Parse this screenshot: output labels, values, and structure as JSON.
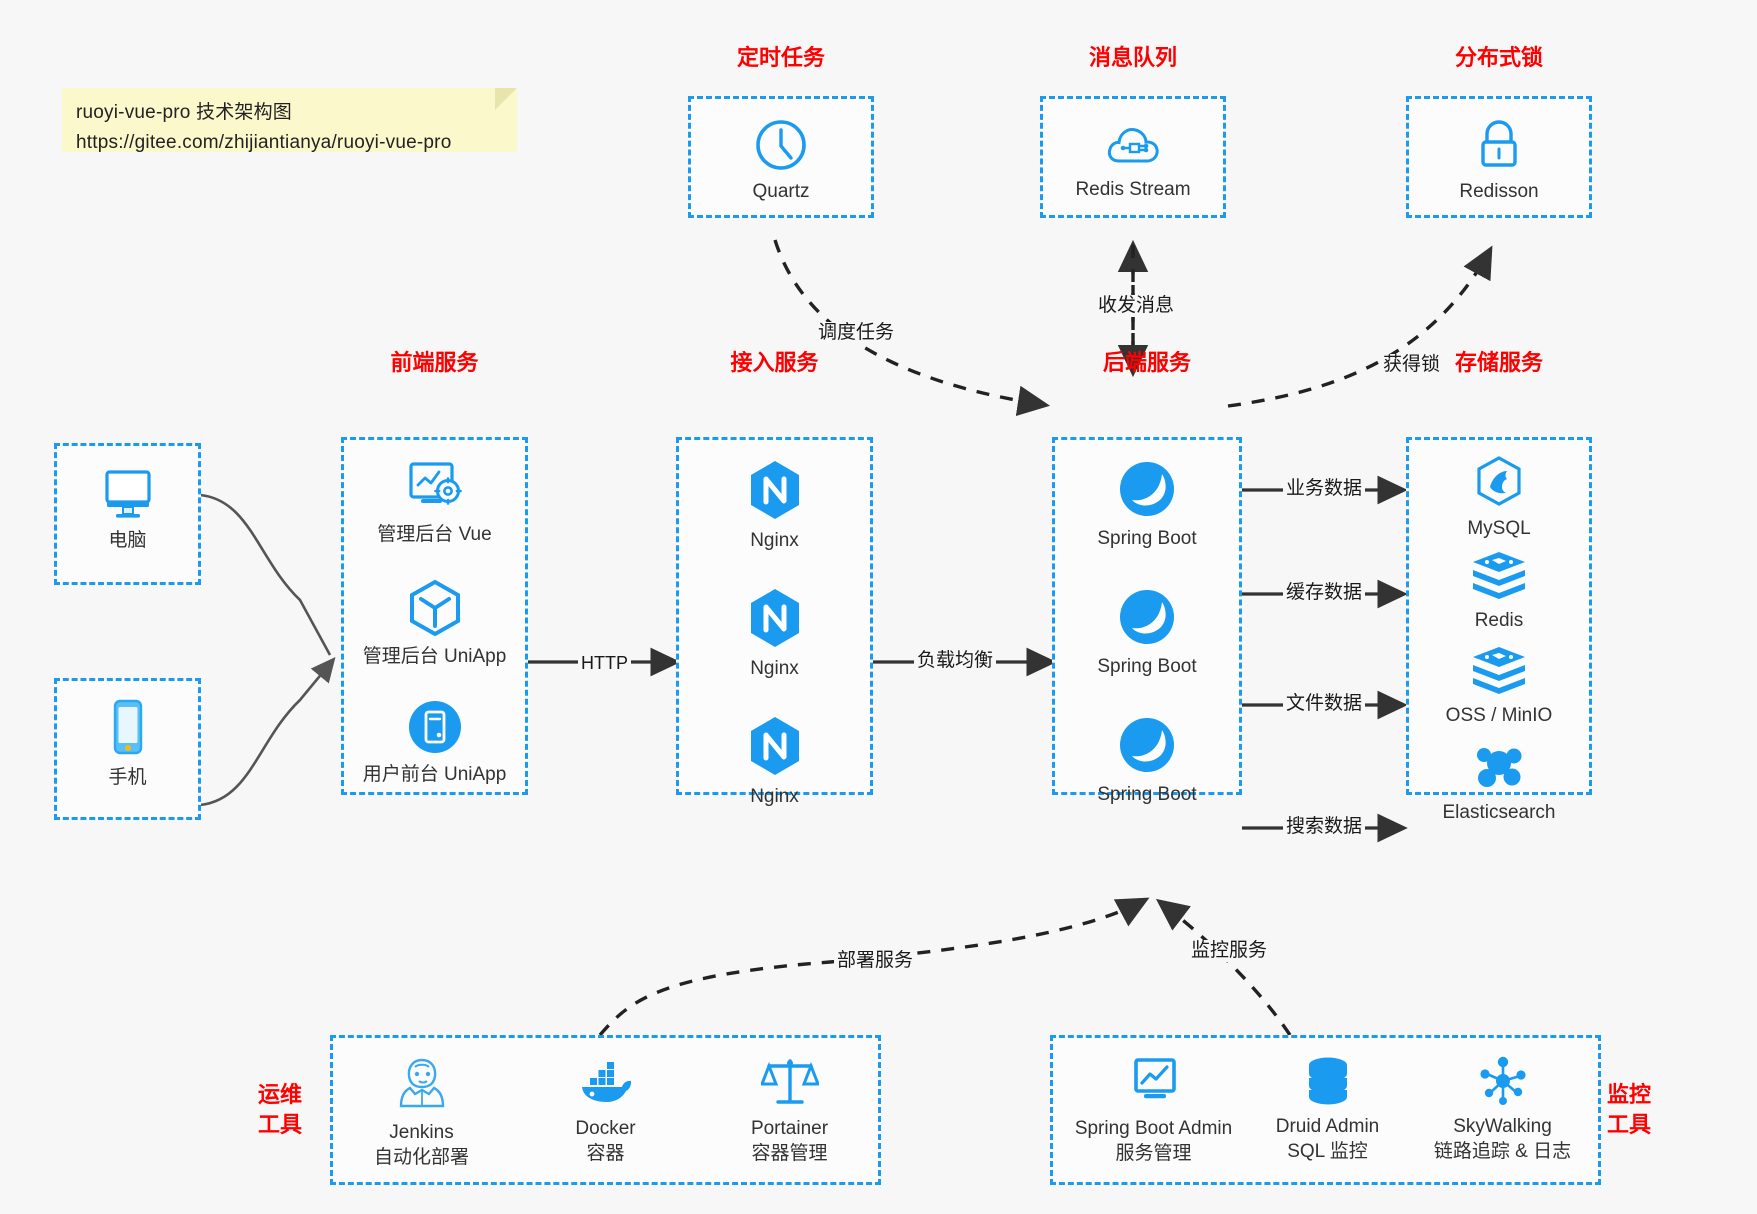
{
  "note": {
    "line1": "ruoyi-vue-pro 技术架构图",
    "line2": "https://gitee.com/zhijiantianya/ruoyi-vue-pro"
  },
  "colors": {
    "accent_blue": "#1a9bf0",
    "title_red": "#ff0000",
    "arrow_dark": "#333333",
    "note_yellow": "#fbf8cc",
    "background": "#f7f7f7"
  },
  "groups": {
    "scheduled_task": {
      "title": "定时任务",
      "items": [
        {
          "label": "Quartz",
          "icon": "clock-icon"
        }
      ]
    },
    "message_queue": {
      "title": "消息队列",
      "items": [
        {
          "label": "Redis Stream",
          "icon": "cloud-network-icon"
        }
      ]
    },
    "distributed_lock": {
      "title": "分布式锁",
      "items": [
        {
          "label": "Redisson",
          "icon": "lock-icon"
        }
      ]
    },
    "clients": {
      "items": [
        {
          "label": "电脑",
          "icon": "desktop-monitor-icon"
        },
        {
          "label": "手机",
          "icon": "mobile-phone-icon"
        }
      ]
    },
    "frontend": {
      "title": "前端服务",
      "items": [
        {
          "label": "管理后台 Vue",
          "icon": "dashboard-settings-icon"
        },
        {
          "label": "管理后台 UniApp",
          "icon": "cube-icon"
        },
        {
          "label": "用户前台 UniApp",
          "icon": "app-card-icon"
        }
      ]
    },
    "gateway": {
      "title": "接入服务",
      "items": [
        {
          "label": "Nginx",
          "icon": "nginx-icon"
        },
        {
          "label": "Nginx",
          "icon": "nginx-icon"
        },
        {
          "label": "Nginx",
          "icon": "nginx-icon"
        }
      ]
    },
    "backend": {
      "title": "后端服务",
      "items": [
        {
          "label": "Spring Boot",
          "icon": "spring-boot-icon"
        },
        {
          "label": "Spring Boot",
          "icon": "spring-boot-icon"
        },
        {
          "label": "Spring Boot",
          "icon": "spring-boot-icon"
        }
      ]
    },
    "storage": {
      "title": "存储服务",
      "items": [
        {
          "label": "MySQL",
          "icon": "mysql-icon"
        },
        {
          "label": "Redis",
          "icon": "redis-icon"
        },
        {
          "label": "OSS / MinIO",
          "icon": "redis-icon"
        },
        {
          "label": "Elasticsearch",
          "icon": "elasticsearch-icon"
        }
      ]
    },
    "ops_tools": {
      "title_line1": "运维",
      "title_line2": "工具",
      "items": [
        {
          "label": "Jenkins",
          "sub": "自动化部署",
          "icon": "jenkins-butler-icon"
        },
        {
          "label": "Docker",
          "sub": "容器",
          "icon": "docker-whale-icon"
        },
        {
          "label": "Portainer",
          "sub": "容器管理",
          "icon": "balance-scale-icon"
        }
      ]
    },
    "monitor_tools": {
      "title_line1": "监控",
      "title_line2": "工具",
      "items": [
        {
          "label": "Spring Boot Admin",
          "sub": "服务管理",
          "icon": "monitor-chart-icon"
        },
        {
          "label": "Druid Admin",
          "sub": "SQL 监控",
          "icon": "database-stack-icon"
        },
        {
          "label": "SkyWalking",
          "sub": "链路追踪 & 日志",
          "icon": "skywalking-node-icon"
        }
      ]
    }
  },
  "edges": {
    "http": "HTTP",
    "load_balance": "负载均衡",
    "schedule_task": "调度任务",
    "send_receive_message": "收发消息",
    "acquire_lock": "获得锁",
    "business_data": "业务数据",
    "cache_data": "缓存数据",
    "file_data": "文件数据",
    "search_data": "搜索数据",
    "deploy_service": "部署服务",
    "monitor_service": "监控服务"
  }
}
